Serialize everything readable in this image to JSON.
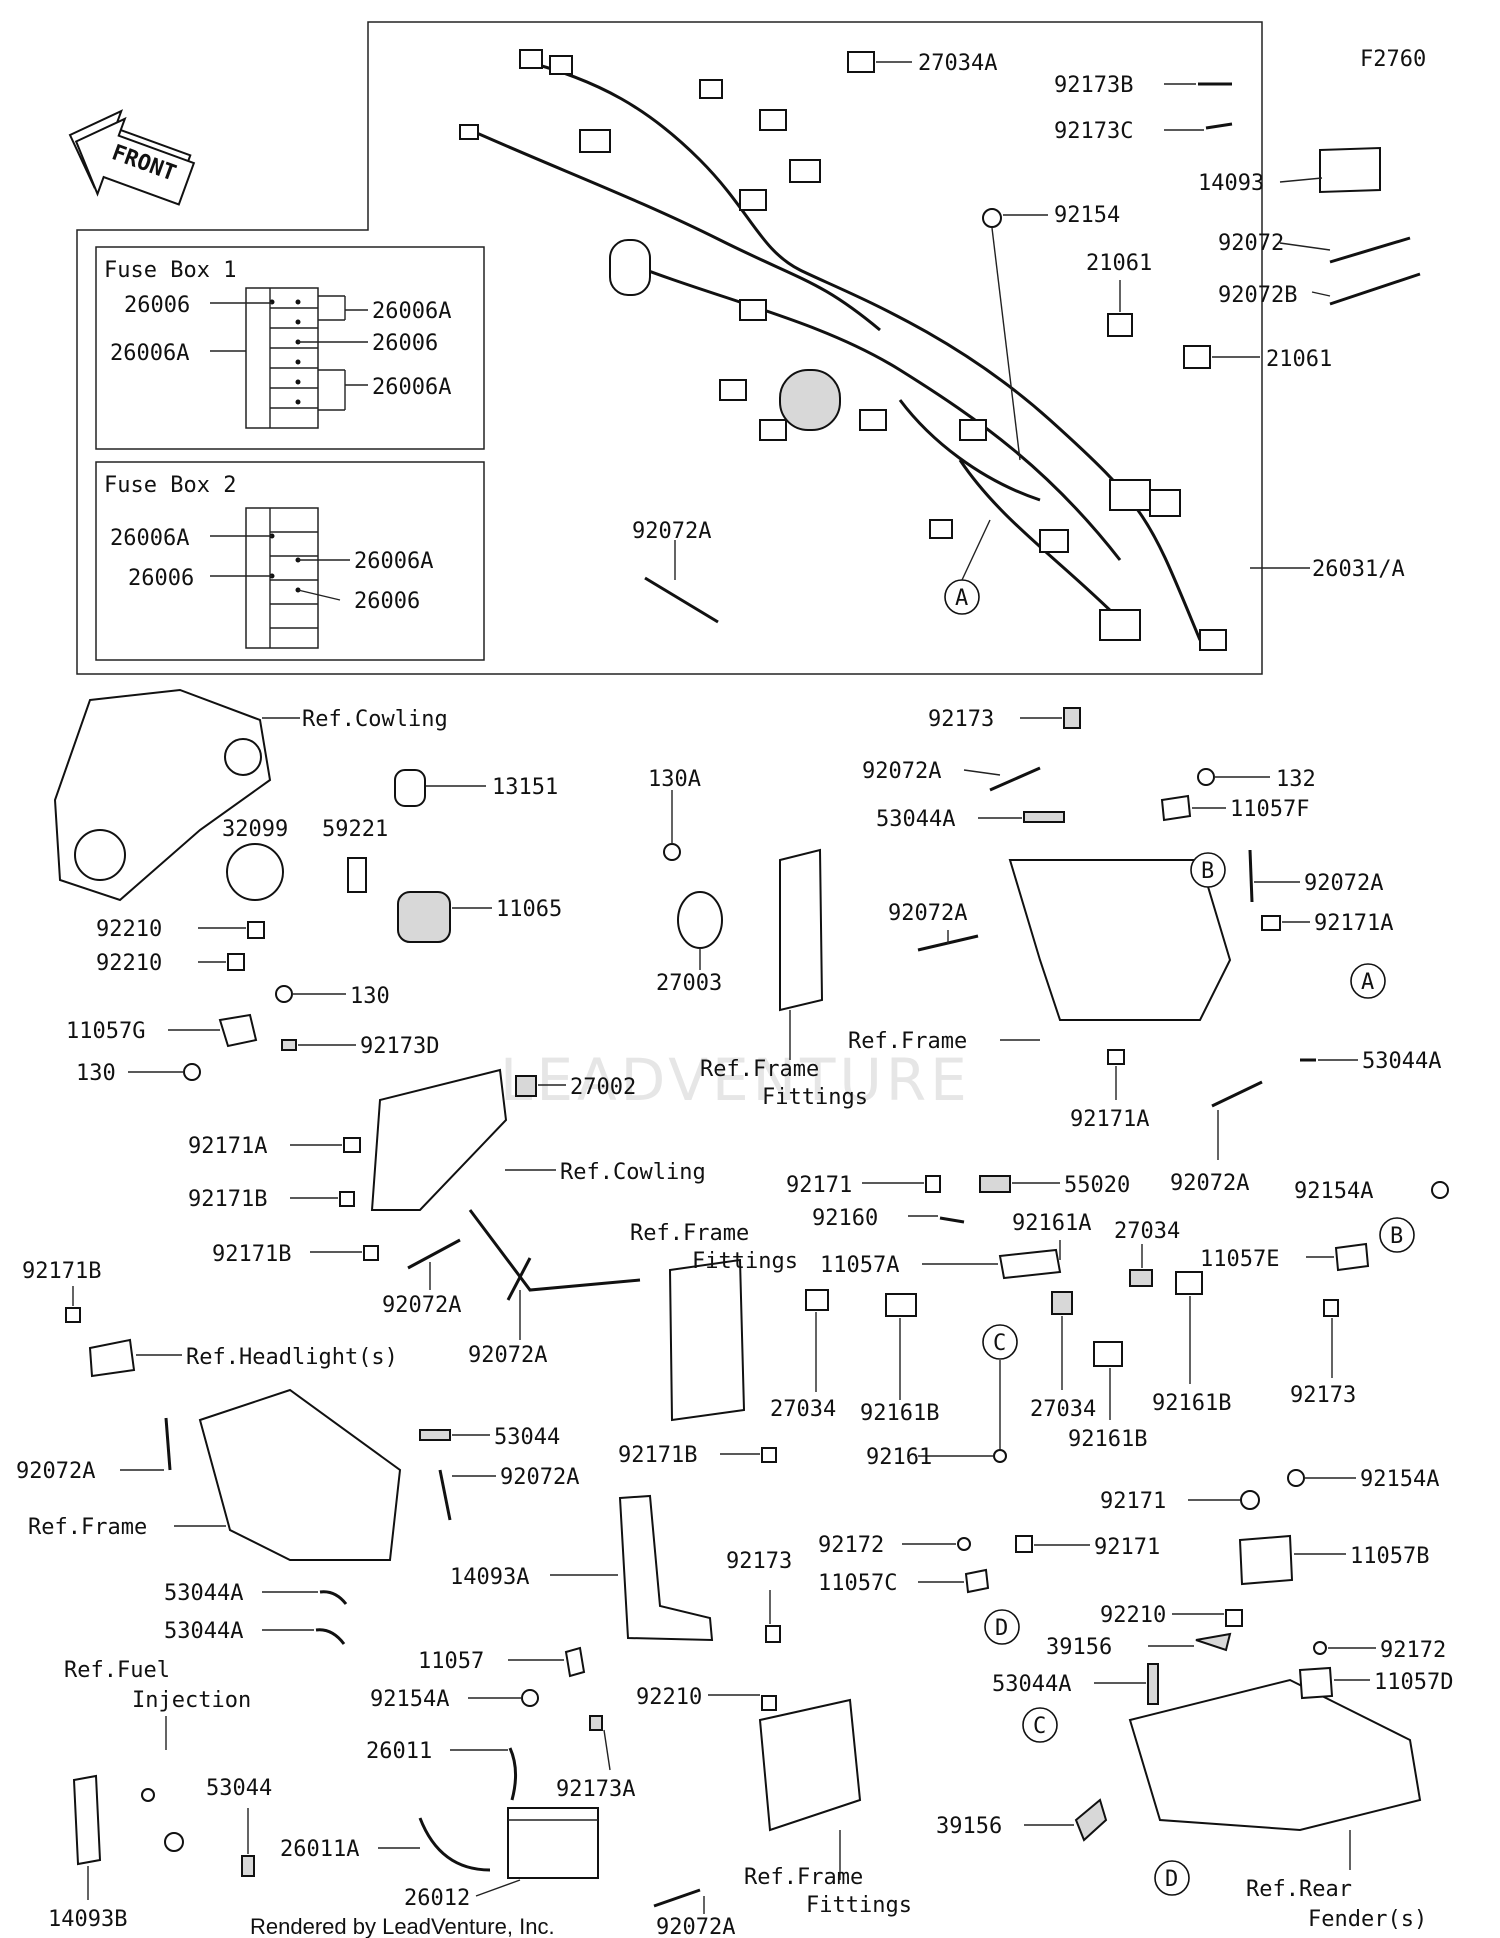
{
  "figure_code": "F2760",
  "front_label": "FRONT",
  "watermark": "LEADVENTURE",
  "footer": "Rendered by LeadVenture, Inc.",
  "fuse_box_1": {
    "title": "Fuse Box 1",
    "labels": [
      "26006",
      "26006A",
      "26006A",
      "26006",
      "26006A"
    ]
  },
  "fuse_box_2": {
    "title": "Fuse Box 2",
    "labels": [
      "26006A",
      "26006",
      "26006A",
      "26006"
    ]
  },
  "callouts": {
    "c27034A": "27034A",
    "c92173B": "92173B",
    "c92173C": "92173C",
    "c14093": "14093",
    "c92154": "92154",
    "c21061a": "21061",
    "c21061b": "21061",
    "c92072": "92072",
    "c92072B": "92072B",
    "c92072A_top": "92072A",
    "c26031A": "26031/A",
    "refA_top": "A",
    "ref_cowling_1": "Ref.Cowling",
    "c13151": "13151",
    "c32099": "32099",
    "c59221": "59221",
    "c11065": "11065",
    "c92210a": "92210",
    "c92210b": "92210",
    "c130a": "130",
    "c11057G": "11057G",
    "c92173D": "92173D",
    "c130b": "130",
    "c130A": "130A",
    "c27003": "27003",
    "ref_frame_fittings_1a": "Ref.Frame",
    "ref_frame_fittings_1b": "Fittings",
    "c92173_r": "92173",
    "c92072A_r1": "92072A",
    "c132": "132",
    "c53044A_r": "53044A",
    "c11057F": "11057F",
    "refB_r": "B",
    "c92072A_r2": "92072A",
    "c92072A_r3": "92072A",
    "c92171A_r1": "92171A",
    "refA_r": "A",
    "ref_frame_r": "Ref.Frame",
    "c53044A_r2": "53044A",
    "c92171A_r2": "92171A",
    "c92072A_r4": "92072A",
    "c27002": "27002",
    "c92171A_m": "92171A",
    "ref_cowling_2": "Ref.Cowling",
    "c92171B_m1": "92171B",
    "c92171B_m2": "92171B",
    "c92072A_m1": "92072A",
    "c92072A_m2": "92072A",
    "ref_frame_fittings_2a": "Ref.Frame",
    "ref_frame_fittings_2b": "Fittings",
    "c92171B_m3": "92171B",
    "c92171B_l": "92171B",
    "ref_headlight": "Ref.Headlight(s)",
    "c92171_c": "92171",
    "c55020": "55020",
    "c92160": "92160",
    "c92161A": "92161A",
    "c27034_c1": "27034",
    "c11057A": "11057A",
    "c27034_c2": "27034",
    "c92161B_c1": "92161B",
    "refC_c": "C",
    "c27034_c3": "27034",
    "c92161B_c2": "92161B",
    "c92161B_c3": "92161B",
    "c92161": "92161",
    "c92154A_r": "92154A",
    "refB_r2": "B",
    "c11057E": "11057E",
    "c92173_r2": "92173",
    "c53044_l": "53044",
    "c92072A_l1": "92072A",
    "c92072A_l2": "92072A",
    "ref_frame_l": "Ref.Frame",
    "c53044A_l1": "53044A",
    "c53044A_l2": "53044A",
    "ref_fuel_a": "Ref.Fuel",
    "ref_fuel_b": "Injection",
    "c53044_l2": "53044",
    "c14093B": "14093B",
    "c14093A": "14093A",
    "c92173_b": "92173",
    "c11057": "11057",
    "c92154A_b": "92154A",
    "c92210_b": "92210",
    "c92173A": "92173A",
    "c26011": "26011",
    "c26011A": "26011A",
    "c26012": "26012",
    "c92072A_b": "92072A",
    "ref_frame_fittings_3a": "Ref.Frame",
    "ref_frame_fittings_3b": "Fittings",
    "c92172_a": "92172",
    "c92171_b": "92171",
    "c11057C": "11057C",
    "refD_a": "D",
    "c92171_rr": "92171",
    "c92154A_rr": "92154A",
    "c11057B": "11057B",
    "c92210_rr": "92210",
    "c39156a": "39156",
    "c92172_rr": "92172",
    "c53044A_rr": "53044A",
    "c11057D": "11057D",
    "refC_rr": "C",
    "c39156b": "39156",
    "refD_rr": "D",
    "ref_rear_a": "Ref.Rear",
    "ref_rear_b": "Fender(s)"
  }
}
